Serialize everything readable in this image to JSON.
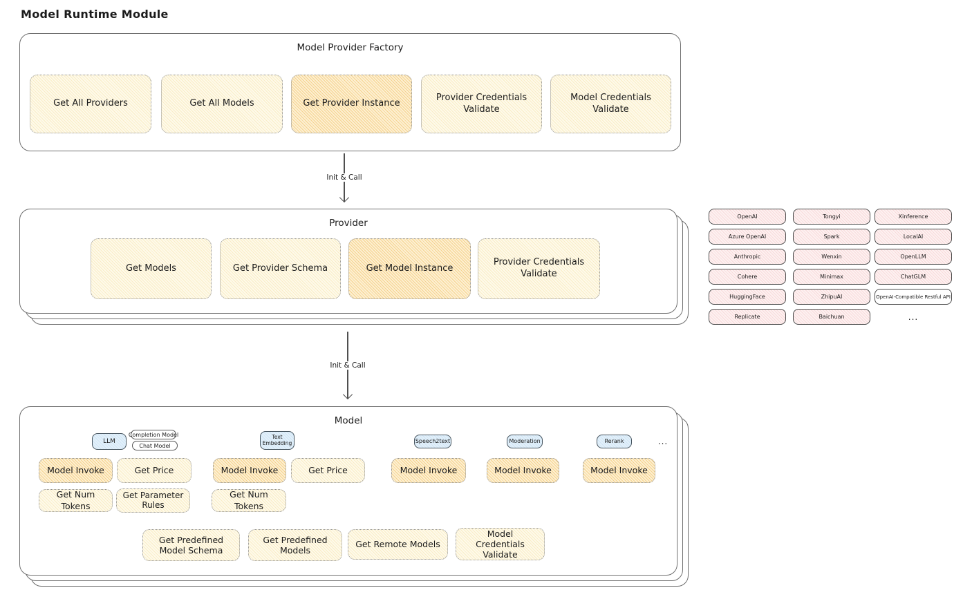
{
  "diagram": {
    "title": "Model Runtime Module"
  },
  "arrows": {
    "init_call_1": "Init & Call",
    "init_call_2": "Init & Call"
  },
  "factory": {
    "title": "Model Provider Factory",
    "methods": [
      {
        "label": "Get All Providers"
      },
      {
        "label": "Get All Models"
      },
      {
        "label": "Get Provider Instance"
      },
      {
        "label": "Provider Credentials Validate"
      },
      {
        "label": "Model Credentials Validate"
      }
    ]
  },
  "provider": {
    "title": "Provider",
    "methods": [
      {
        "label": "Get Models"
      },
      {
        "label": "Get Provider Schema"
      },
      {
        "label": "Get Model Instance"
      },
      {
        "label": "Provider Credentials Validate"
      }
    ]
  },
  "providers": {
    "col1": [
      "OpenAI",
      "Azure OpenAI",
      "Anthropic",
      "Cohere",
      "HuggingFace",
      "Replicate"
    ],
    "col2": [
      "Tongyi",
      "Spark",
      "Wenxin",
      "Minimax",
      "ZhipuAI",
      "Baichuan"
    ],
    "col3": [
      "Xinference",
      "LocalAI",
      "OpenLLM",
      "ChatGLM",
      "OpenAI-Compatible Restful API"
    ],
    "more": "..."
  },
  "model": {
    "title": "Model",
    "more": "...",
    "tabs": {
      "llm": "LLM",
      "completion_model": "Completion Model",
      "chat_model": "Chat Model",
      "text_embedding": "Text Embedding",
      "speech2text": "Speech2text",
      "moderation": "Moderation",
      "rerank": "Rerank"
    },
    "methods": {
      "model_invoke": "Model Invoke",
      "get_price": "Get Price",
      "get_num_tokens": "Get Num Tokens",
      "get_parameter_rules": "Get Parameter Rules",
      "get_predefined_model_schema": "Get Predefined Model Schema",
      "get_predefined_models": "Get Predefined Models",
      "get_remote_models": "Get Remote Models",
      "model_credentials_validate": "Model Credentials Validate"
    }
  },
  "colors": {
    "method_fill": "#fdf6da",
    "method_highlight_fill": "#f5d28f",
    "provider_fill": "#fbe9e9",
    "type_tab_fill": "#d8eaf8",
    "outline": "#6e6e6e"
  }
}
